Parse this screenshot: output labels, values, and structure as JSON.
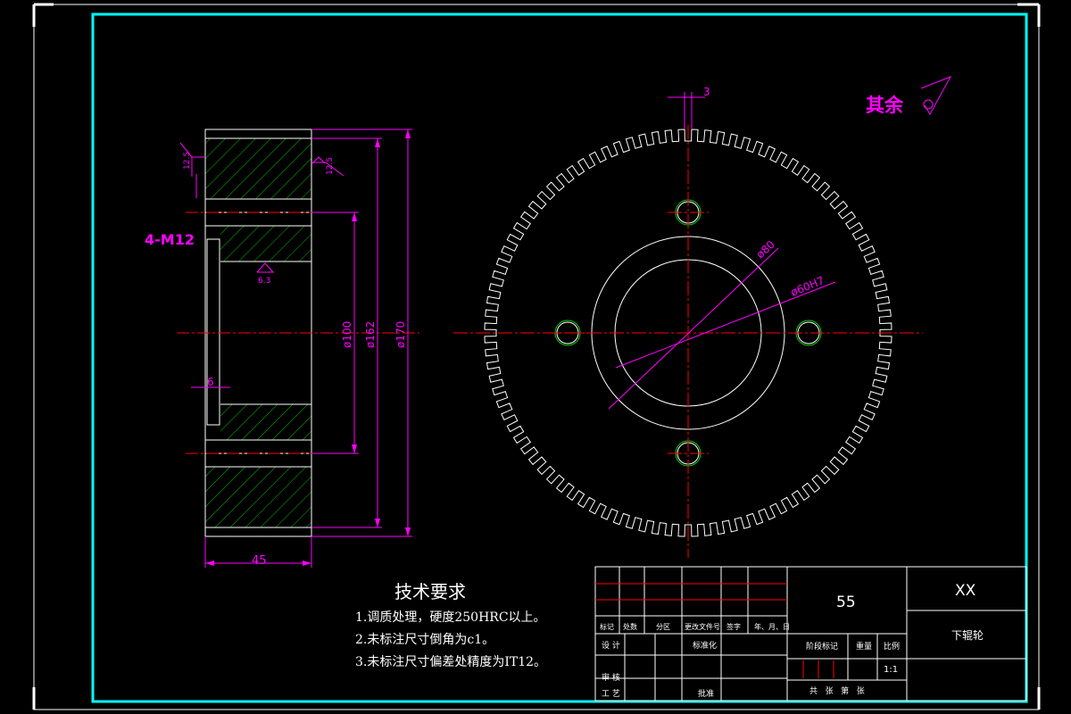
{
  "colors": {
    "frame": "#00ffff",
    "outline": "#ffffff",
    "dimension": "#ff00ff",
    "centerline": "#ff0000",
    "hatch": "#00cc00"
  },
  "section_view": {
    "thread_label": "4-M12",
    "dim_width": "45",
    "dim_groove": "6",
    "dim_d100": "ø100",
    "dim_d162": "ø162",
    "dim_d170": "ø170",
    "roughness_left": "12.5",
    "roughness_right": "12.5",
    "roughness_bore": "6.3"
  },
  "front_view": {
    "dim_slot": "3",
    "dim_d80": "ø80",
    "dim_bore": "ø60H7",
    "surface_note": "其余"
  },
  "tech_requirements": {
    "title": "技术要求",
    "items": [
      "1.调质处理，硬度250HRC以上。",
      "2.未标注尺寸倒角为c1。",
      "3.未标注尺寸偏差处精度为IT12。"
    ]
  },
  "title_block": {
    "material": "55",
    "company": "XX",
    "part_name": "下辊轮",
    "headers": [
      "标记",
      "处数",
      "分区",
      "更改文件号",
      "签字",
      "年、月、日"
    ],
    "design": "设 计",
    "standard": "标准化",
    "review": "审 核",
    "process": "工 艺",
    "approve": "批准",
    "stage_mark": "阶段标记",
    "weight": "重量",
    "scale_label": "比例",
    "scale_value": "1:1",
    "sheets": "共   张   第   张"
  }
}
